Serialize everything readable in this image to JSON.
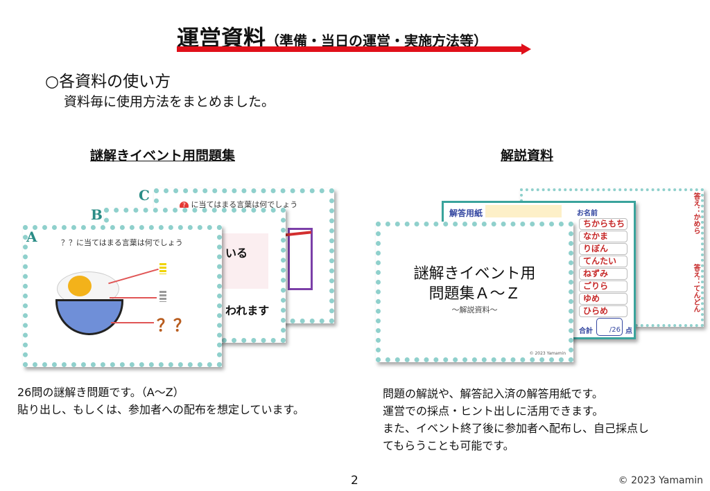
{
  "header": {
    "title": "運営資料",
    "subtitle": "（準備・当日の運営・実施方法等）"
  },
  "section": {
    "heading": "○各資料の使い方",
    "subtext": "資料毎に使用方法をまとめました。"
  },
  "left": {
    "heading": "謎解きイベント用問題集",
    "slides": {
      "a": {
        "letter": "A",
        "question": "？？に当てはまる言葉は何でしょう",
        "marks": "？？"
      },
      "b": {
        "letter": "B",
        "line1": "いる",
        "line2": "われます"
      },
      "c": {
        "letter": "C",
        "question": "に当てはまる言葉は何でしょう"
      }
    },
    "description": [
      "26問の謎解き問題です。（A～Z）",
      "貼り出し、もしくは、参加者への配布を想定しています。"
    ]
  },
  "right": {
    "heading": "解説資料",
    "cover": {
      "title1": "謎解きイベント用",
      "title2": "問題集Ａ～Ｚ",
      "subtitle": "～解説資料～",
      "copyright": "© 2023 Yamamin"
    },
    "answer_sheet": {
      "title": "解答用紙",
      "name_label": "お名前",
      "answers": [
        "ちからもち",
        "なかま",
        "りぼん",
        "てんたい",
        "ねずみ",
        "ごりら",
        "ゆめ",
        "ひらめ"
      ],
      "total_label": "合計",
      "total": "/26",
      "unit": "点"
    },
    "answer_pages": {
      "answer1": "答え：かめら",
      "answer2": "答え：てんどん"
    },
    "description": [
      "問題の解説や、解答記入済の解答用紙です。",
      "運営での採点・ヒント出しに活用できます。",
      "また、イベント終了後に参加者へ配布し、自己採点し",
      "てもらうことも可能です。"
    ]
  },
  "footer": {
    "page": "2",
    "copyright": "© 2023 Yamamin"
  },
  "colors": {
    "accent_red": "#e0101a",
    "frame_teal": "#8fd0cc"
  }
}
